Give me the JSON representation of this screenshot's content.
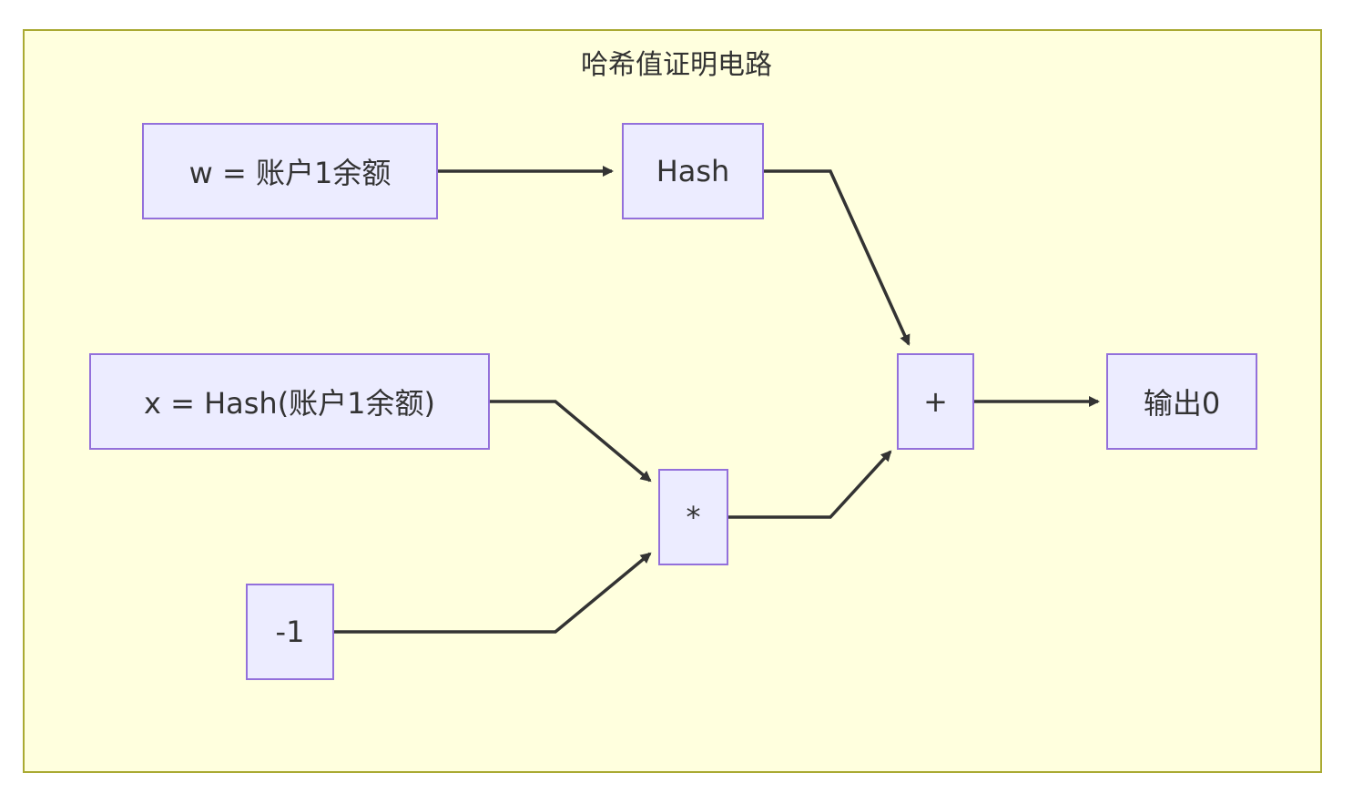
{
  "diagram": {
    "type": "flowchart",
    "direction": "left-to-right",
    "subgraph": {
      "title": "哈希值证明电路"
    },
    "nodes": [
      {
        "id": "w",
        "label": "w = 账户1余额"
      },
      {
        "id": "hash",
        "label": "Hash"
      },
      {
        "id": "x",
        "label": "x = Hash(账户1余额)"
      },
      {
        "id": "neg1",
        "label": "-1"
      },
      {
        "id": "mul",
        "label": "*"
      },
      {
        "id": "add",
        "label": "+"
      },
      {
        "id": "out",
        "label": "输出0"
      }
    ],
    "edges": [
      {
        "from": "w",
        "to": "hash"
      },
      {
        "from": "hash",
        "to": "add"
      },
      {
        "from": "x",
        "to": "mul"
      },
      {
        "from": "neg1",
        "to": "mul"
      },
      {
        "from": "mul",
        "to": "add"
      },
      {
        "from": "add",
        "to": "out"
      }
    ],
    "colors": {
      "subgraph_fill": "#ffffde",
      "subgraph_border": "#aaaa33",
      "node_fill": "#ececff",
      "node_border": "#9370db",
      "edge": "#333333",
      "text": "#333333"
    }
  }
}
